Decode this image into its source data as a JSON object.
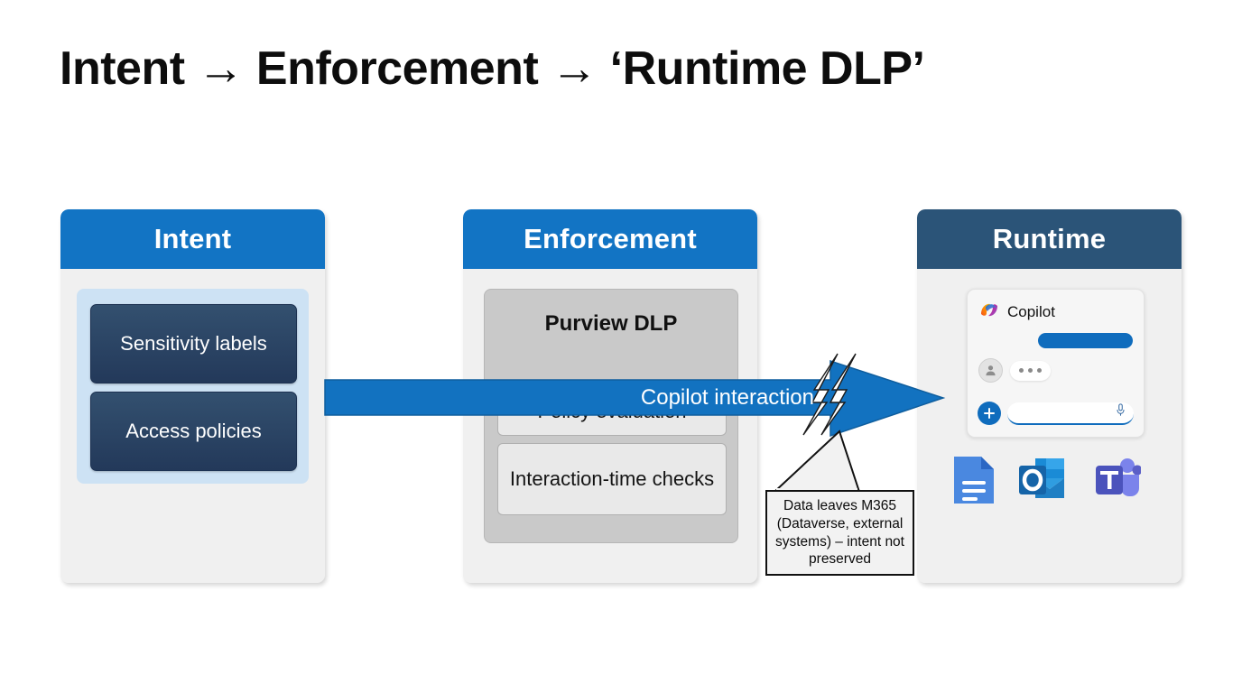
{
  "slide": {
    "title": "Intent → Enforcement → ‘Runtime DLP’",
    "background": "#ffffff"
  },
  "colors": {
    "header_blue": "#1274c4",
    "header_navy": "#2b5478",
    "arrow_blue": "#1272c0",
    "navy_card": "#2b4468",
    "intent_group": "#cde2f4",
    "enforcement_group": "#c9c9c9",
    "grey_card": "#e9e9e9",
    "panel_body": "#f0f0f0",
    "copilot_accent": "#0f6cbd"
  },
  "panels": [
    {
      "id": "intent",
      "header": "Intent",
      "header_color": "#1274c4",
      "cards": [
        {
          "label": "Sensitivity labels",
          "style": "navy"
        },
        {
          "label": "Access policies",
          "style": "navy"
        }
      ]
    },
    {
      "id": "enforcement",
      "header": "Enforcement",
      "header_color": "#1274c4",
      "group_title": "Purview DLP",
      "cards": [
        {
          "label": "Policy evaluation",
          "style": "grey"
        },
        {
          "label": "Interaction-time checks",
          "style": "grey"
        }
      ]
    },
    {
      "id": "runtime",
      "header": "Runtime",
      "header_color": "#2b5478",
      "copilot": {
        "app_name": "Copilot",
        "logo_icon": "copilot-swirl-icon",
        "assistant_message": "",
        "user_typing_indicator": "•••",
        "composer": {
          "add_button_icon": "plus-icon",
          "input_value": "",
          "input_placeholder": "",
          "mic_icon": "microphone-icon"
        }
      },
      "apps": [
        {
          "name": "Word",
          "icon": "word-document-icon"
        },
        {
          "name": "Outlook",
          "icon": "outlook-icon"
        },
        {
          "name": "Teams",
          "icon": "teams-icon"
        }
      ]
    }
  ],
  "arrow": {
    "label": "Copilot interaction",
    "color": "#1272c0",
    "break_icon": "lightning-bolt-break-icon",
    "direction": "left-to-right"
  },
  "callout": {
    "text": "Data leaves M365 (Dataverse, external systems) – intent not preserved",
    "border_color": "#111111",
    "background": "#f2f2f2"
  }
}
